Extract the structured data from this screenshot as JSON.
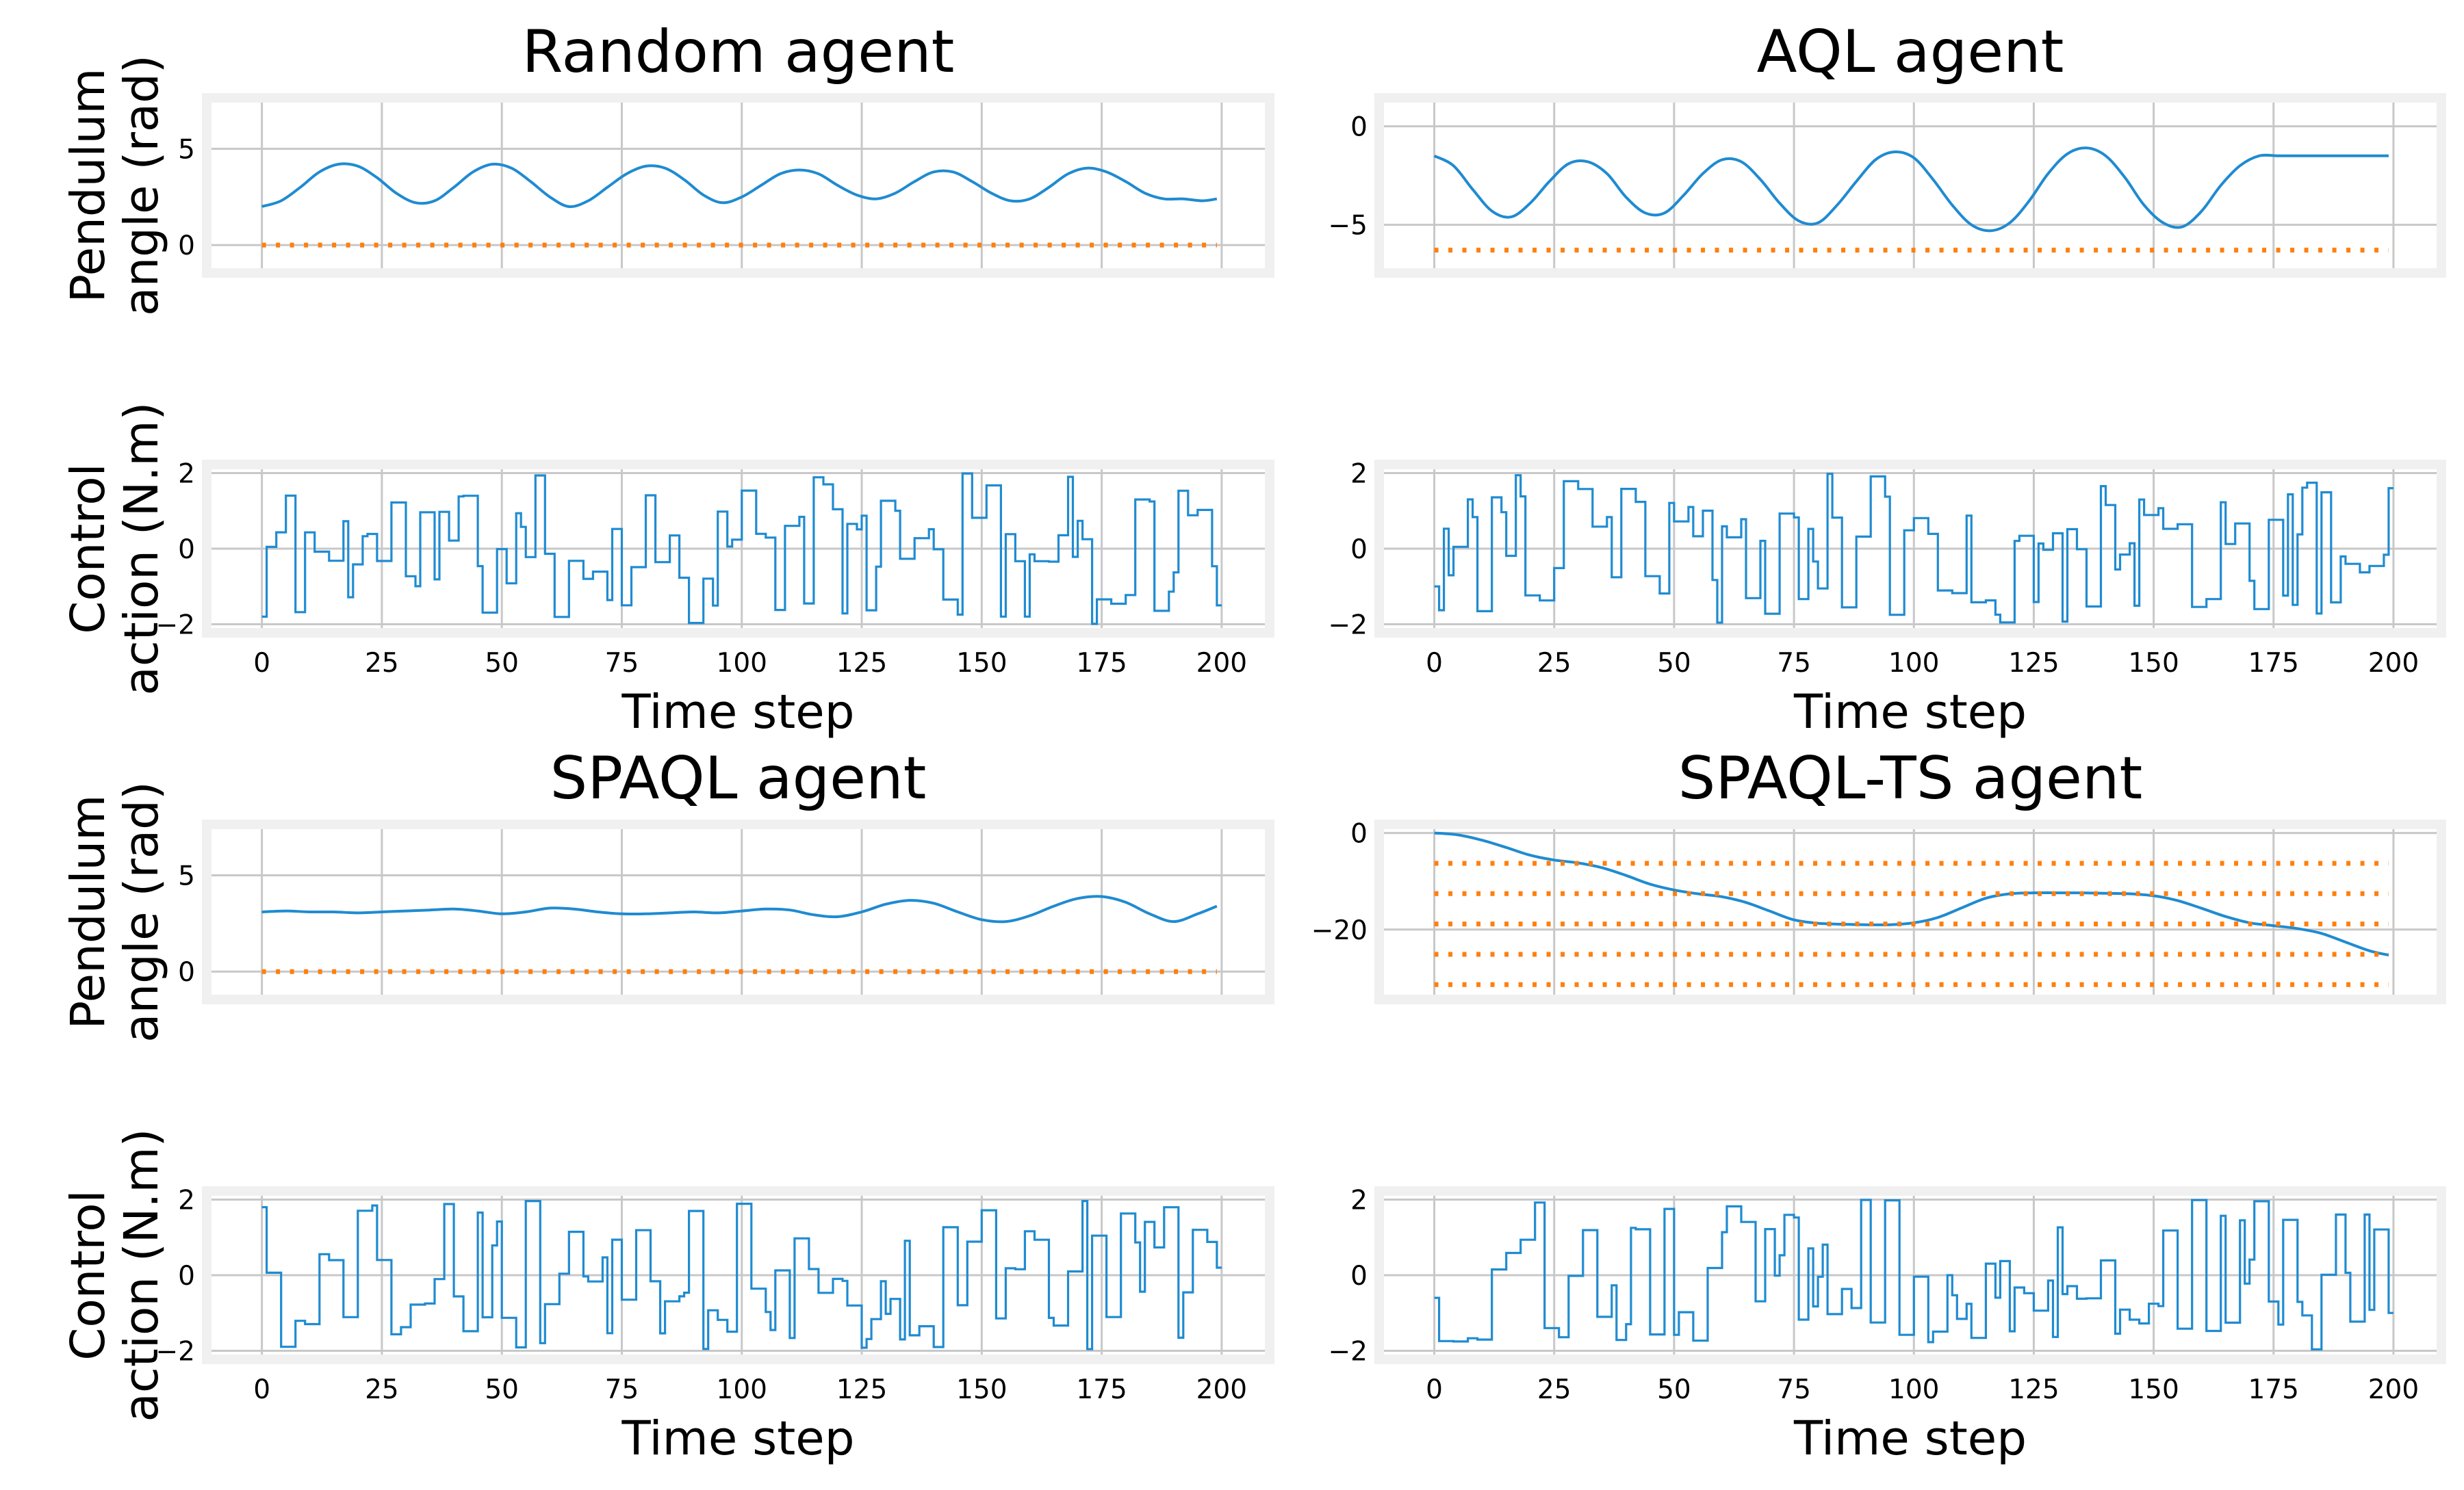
{
  "chart_data": [
    {
      "type": "line",
      "title": "Random agent",
      "ylabel_lines": [
        "Pendulum",
        "angle (rad)"
      ],
      "xlabel": "",
      "xlim": [
        -10.5,
        209
      ],
      "ylim": [
        -1.2,
        7.4
      ],
      "yticks": [
        0,
        5
      ],
      "xgrid": [
        0,
        25,
        50,
        75,
        100,
        125,
        150,
        175,
        200
      ],
      "show_xticks": false,
      "series": [
        {
          "role": "angle",
          "color": "#1f8bd1",
          "x": [
            0,
            4,
            8,
            12,
            16,
            20,
            24,
            28,
            32,
            36,
            40,
            44,
            48,
            52,
            56,
            60,
            64,
            68,
            72,
            76,
            80,
            84,
            88,
            92,
            96,
            100,
            104,
            108,
            112,
            116,
            120,
            124,
            128,
            132,
            136,
            140,
            144,
            148,
            152,
            156,
            160,
            164,
            168,
            172,
            176,
            180,
            184,
            188,
            192,
            196,
            199
          ],
          "values": [
            2.0,
            2.3,
            3.0,
            3.8,
            4.2,
            4.1,
            3.5,
            2.7,
            2.2,
            2.3,
            3.0,
            3.8,
            4.2,
            4.0,
            3.3,
            2.5,
            2.0,
            2.3,
            3.0,
            3.7,
            4.1,
            4.0,
            3.4,
            2.6,
            2.2,
            2.5,
            3.1,
            3.7,
            3.9,
            3.7,
            3.1,
            2.6,
            2.4,
            2.7,
            3.3,
            3.8,
            3.8,
            3.3,
            2.7,
            2.3,
            2.4,
            3.0,
            3.7,
            4.0,
            3.8,
            3.3,
            2.7,
            2.4,
            2.4,
            2.3,
            2.4
          ]
        },
        {
          "role": "target",
          "color": "#ff7f0e",
          "levels": [
            0
          ]
        }
      ]
    },
    {
      "type": "step",
      "title": "",
      "ylabel_lines": [
        "Control",
        "action (N.m)"
      ],
      "xlabel": "Time step",
      "xlim": [
        -10.5,
        209
      ],
      "ylim": [
        -2.1,
        2.1
      ],
      "yticks": [
        -2,
        0,
        2
      ],
      "xticks": [
        0,
        25,
        50,
        75,
        100,
        125,
        150,
        175,
        200
      ],
      "show_xticks": true,
      "series": [
        {
          "role": "action",
          "color": "#1f8bd1",
          "seed": 11,
          "x_range": [
            0,
            199
          ],
          "y_range": [
            -2,
            2
          ],
          "y_first": -1.8,
          "y_last": -1.5
        }
      ]
    },
    {
      "type": "line",
      "title": "AQL agent",
      "ylabel_lines": [],
      "xlabel": "",
      "xlim": [
        -10.5,
        209
      ],
      "ylim": [
        -7.2,
        1.2
      ],
      "yticks": [
        -5,
        0
      ],
      "xgrid": [
        0,
        25,
        50,
        75,
        100,
        125,
        150,
        175,
        200
      ],
      "show_xticks": false,
      "series": [
        {
          "role": "angle",
          "color": "#1f8bd1",
          "x": [
            0,
            4,
            8,
            12,
            16,
            20,
            24,
            28,
            32,
            36,
            40,
            44,
            48,
            52,
            56,
            60,
            64,
            68,
            72,
            76,
            80,
            84,
            88,
            92,
            96,
            100,
            104,
            108,
            112,
            116,
            120,
            124,
            128,
            132,
            136,
            140,
            144,
            148,
            152,
            156,
            160,
            164,
            168,
            172,
            176,
            180,
            184,
            188,
            192,
            196,
            199
          ],
          "values": [
            -1.5,
            -2.0,
            -3.2,
            -4.3,
            -4.6,
            -3.9,
            -2.8,
            -1.9,
            -1.8,
            -2.4,
            -3.6,
            -4.4,
            -4.4,
            -3.5,
            -2.4,
            -1.7,
            -1.8,
            -2.7,
            -3.9,
            -4.8,
            -4.9,
            -4.0,
            -2.8,
            -1.7,
            -1.3,
            -1.6,
            -2.7,
            -4.0,
            -5.0,
            -5.3,
            -4.9,
            -3.8,
            -2.4,
            -1.4,
            -1.1,
            -1.5,
            -2.6,
            -4.0,
            -4.9,
            -5.1,
            -4.3,
            -3.0,
            -2.0,
            -1.5,
            -1.5,
            -1.5,
            -1.5,
            -1.5,
            -1.5,
            -1.5,
            -1.5
          ]
        },
        {
          "role": "target",
          "color": "#ff7f0e",
          "levels": [
            -6.283
          ]
        }
      ]
    },
    {
      "type": "step",
      "title": "",
      "ylabel_lines": [],
      "xlabel": "Time step",
      "xlim": [
        -10.5,
        209
      ],
      "ylim": [
        -2.1,
        2.1
      ],
      "yticks": [
        -2,
        0,
        2
      ],
      "xticks": [
        0,
        25,
        50,
        75,
        100,
        125,
        150,
        175,
        200
      ],
      "show_xticks": true,
      "series": [
        {
          "role": "action",
          "color": "#1f8bd1",
          "seed": 23,
          "x_range": [
            0,
            199
          ],
          "y_range": [
            -2,
            2
          ],
          "y_first": -1.0,
          "y_last": 1.6
        }
      ]
    },
    {
      "type": "line",
      "title": "SPAQL agent",
      "ylabel_lines": [
        "Pendulum",
        "angle (rad)"
      ],
      "xlabel": "",
      "xlim": [
        -10.5,
        209
      ],
      "ylim": [
        -1.2,
        7.4
      ],
      "yticks": [
        0,
        5
      ],
      "xgrid": [
        0,
        25,
        50,
        75,
        100,
        125,
        150,
        175,
        200
      ],
      "show_xticks": false,
      "series": [
        {
          "role": "angle",
          "color": "#1f8bd1",
          "x": [
            0,
            5,
            10,
            15,
            20,
            25,
            30,
            35,
            40,
            45,
            50,
            55,
            60,
            65,
            70,
            75,
            80,
            85,
            90,
            95,
            100,
            105,
            110,
            115,
            120,
            125,
            130,
            135,
            140,
            145,
            150,
            155,
            160,
            165,
            170,
            175,
            180,
            185,
            190,
            195,
            199
          ],
          "values": [
            3.1,
            3.15,
            3.1,
            3.1,
            3.05,
            3.1,
            3.15,
            3.2,
            3.25,
            3.15,
            3.0,
            3.1,
            3.3,
            3.25,
            3.1,
            3.0,
            3.0,
            3.05,
            3.1,
            3.05,
            3.15,
            3.25,
            3.2,
            2.95,
            2.85,
            3.1,
            3.5,
            3.7,
            3.55,
            3.1,
            2.7,
            2.6,
            2.9,
            3.4,
            3.8,
            3.9,
            3.6,
            3.0,
            2.6,
            3.0,
            3.4
          ]
        },
        {
          "role": "target",
          "color": "#ff7f0e",
          "levels": [
            0
          ]
        }
      ]
    },
    {
      "type": "step",
      "title": "",
      "ylabel_lines": [
        "Control",
        "action (N.m)"
      ],
      "xlabel": "Time step",
      "xlim": [
        -10.5,
        209
      ],
      "ylim": [
        -2.1,
        2.1
      ],
      "yticks": [
        -2,
        0,
        2
      ],
      "xticks": [
        0,
        25,
        50,
        75,
        100,
        125,
        150,
        175,
        200
      ],
      "show_xticks": true,
      "series": [
        {
          "role": "action",
          "color": "#1f8bd1",
          "seed": 37,
          "x_range": [
            0,
            199
          ],
          "y_range": [
            -2,
            2
          ],
          "y_first": 1.8,
          "y_last": 0.2
        }
      ]
    },
    {
      "type": "line",
      "title": "SPAQL-TS agent",
      "ylabel_lines": [],
      "xlabel": "",
      "xlim": [
        -10.5,
        209
      ],
      "ylim": [
        -33.5,
        0.8
      ],
      "yticks": [
        -20,
        0
      ],
      "xgrid": [
        0,
        25,
        50,
        75,
        100,
        125,
        150,
        175,
        200
      ],
      "show_xticks": false,
      "series": [
        {
          "role": "angle",
          "color": "#1f8bd1",
          "x": [
            0,
            5,
            10,
            15,
            20,
            25,
            30,
            35,
            40,
            45,
            50,
            55,
            60,
            65,
            70,
            75,
            80,
            85,
            90,
            95,
            100,
            105,
            110,
            115,
            120,
            125,
            130,
            135,
            140,
            145,
            150,
            155,
            160,
            165,
            170,
            175,
            180,
            185,
            190,
            195,
            199
          ],
          "values": [
            0.0,
            -0.4,
            -1.5,
            -3.0,
            -4.6,
            -5.6,
            -6.2,
            -7.2,
            -8.8,
            -10.6,
            -11.8,
            -12.6,
            -13.2,
            -14.4,
            -16.2,
            -18.0,
            -18.7,
            -18.9,
            -19.0,
            -19.0,
            -18.6,
            -17.5,
            -15.5,
            -13.5,
            -12.6,
            -12.4,
            -12.4,
            -12.4,
            -12.5,
            -12.6,
            -13.0,
            -14.0,
            -15.6,
            -17.3,
            -18.6,
            -19.2,
            -19.8,
            -20.8,
            -22.6,
            -24.4,
            -25.3
          ]
        },
        {
          "role": "target",
          "color": "#ff7f0e",
          "levels": [
            -6.283,
            -12.566,
            -18.85,
            -25.133,
            -31.416
          ]
        }
      ]
    },
    {
      "type": "step",
      "title": "",
      "ylabel_lines": [],
      "xlabel": "Time step",
      "xlim": [
        -10.5,
        209
      ],
      "ylim": [
        -2.1,
        2.1
      ],
      "yticks": [
        -2,
        0,
        2
      ],
      "xticks": [
        0,
        25,
        50,
        75,
        100,
        125,
        150,
        175,
        200
      ],
      "show_xticks": true,
      "series": [
        {
          "role": "action",
          "color": "#1f8bd1",
          "seed": 53,
          "x_range": [
            0,
            199
          ],
          "y_range": [
            -2,
            2
          ],
          "y_first": -0.6,
          "y_last": -1.0
        }
      ]
    }
  ]
}
